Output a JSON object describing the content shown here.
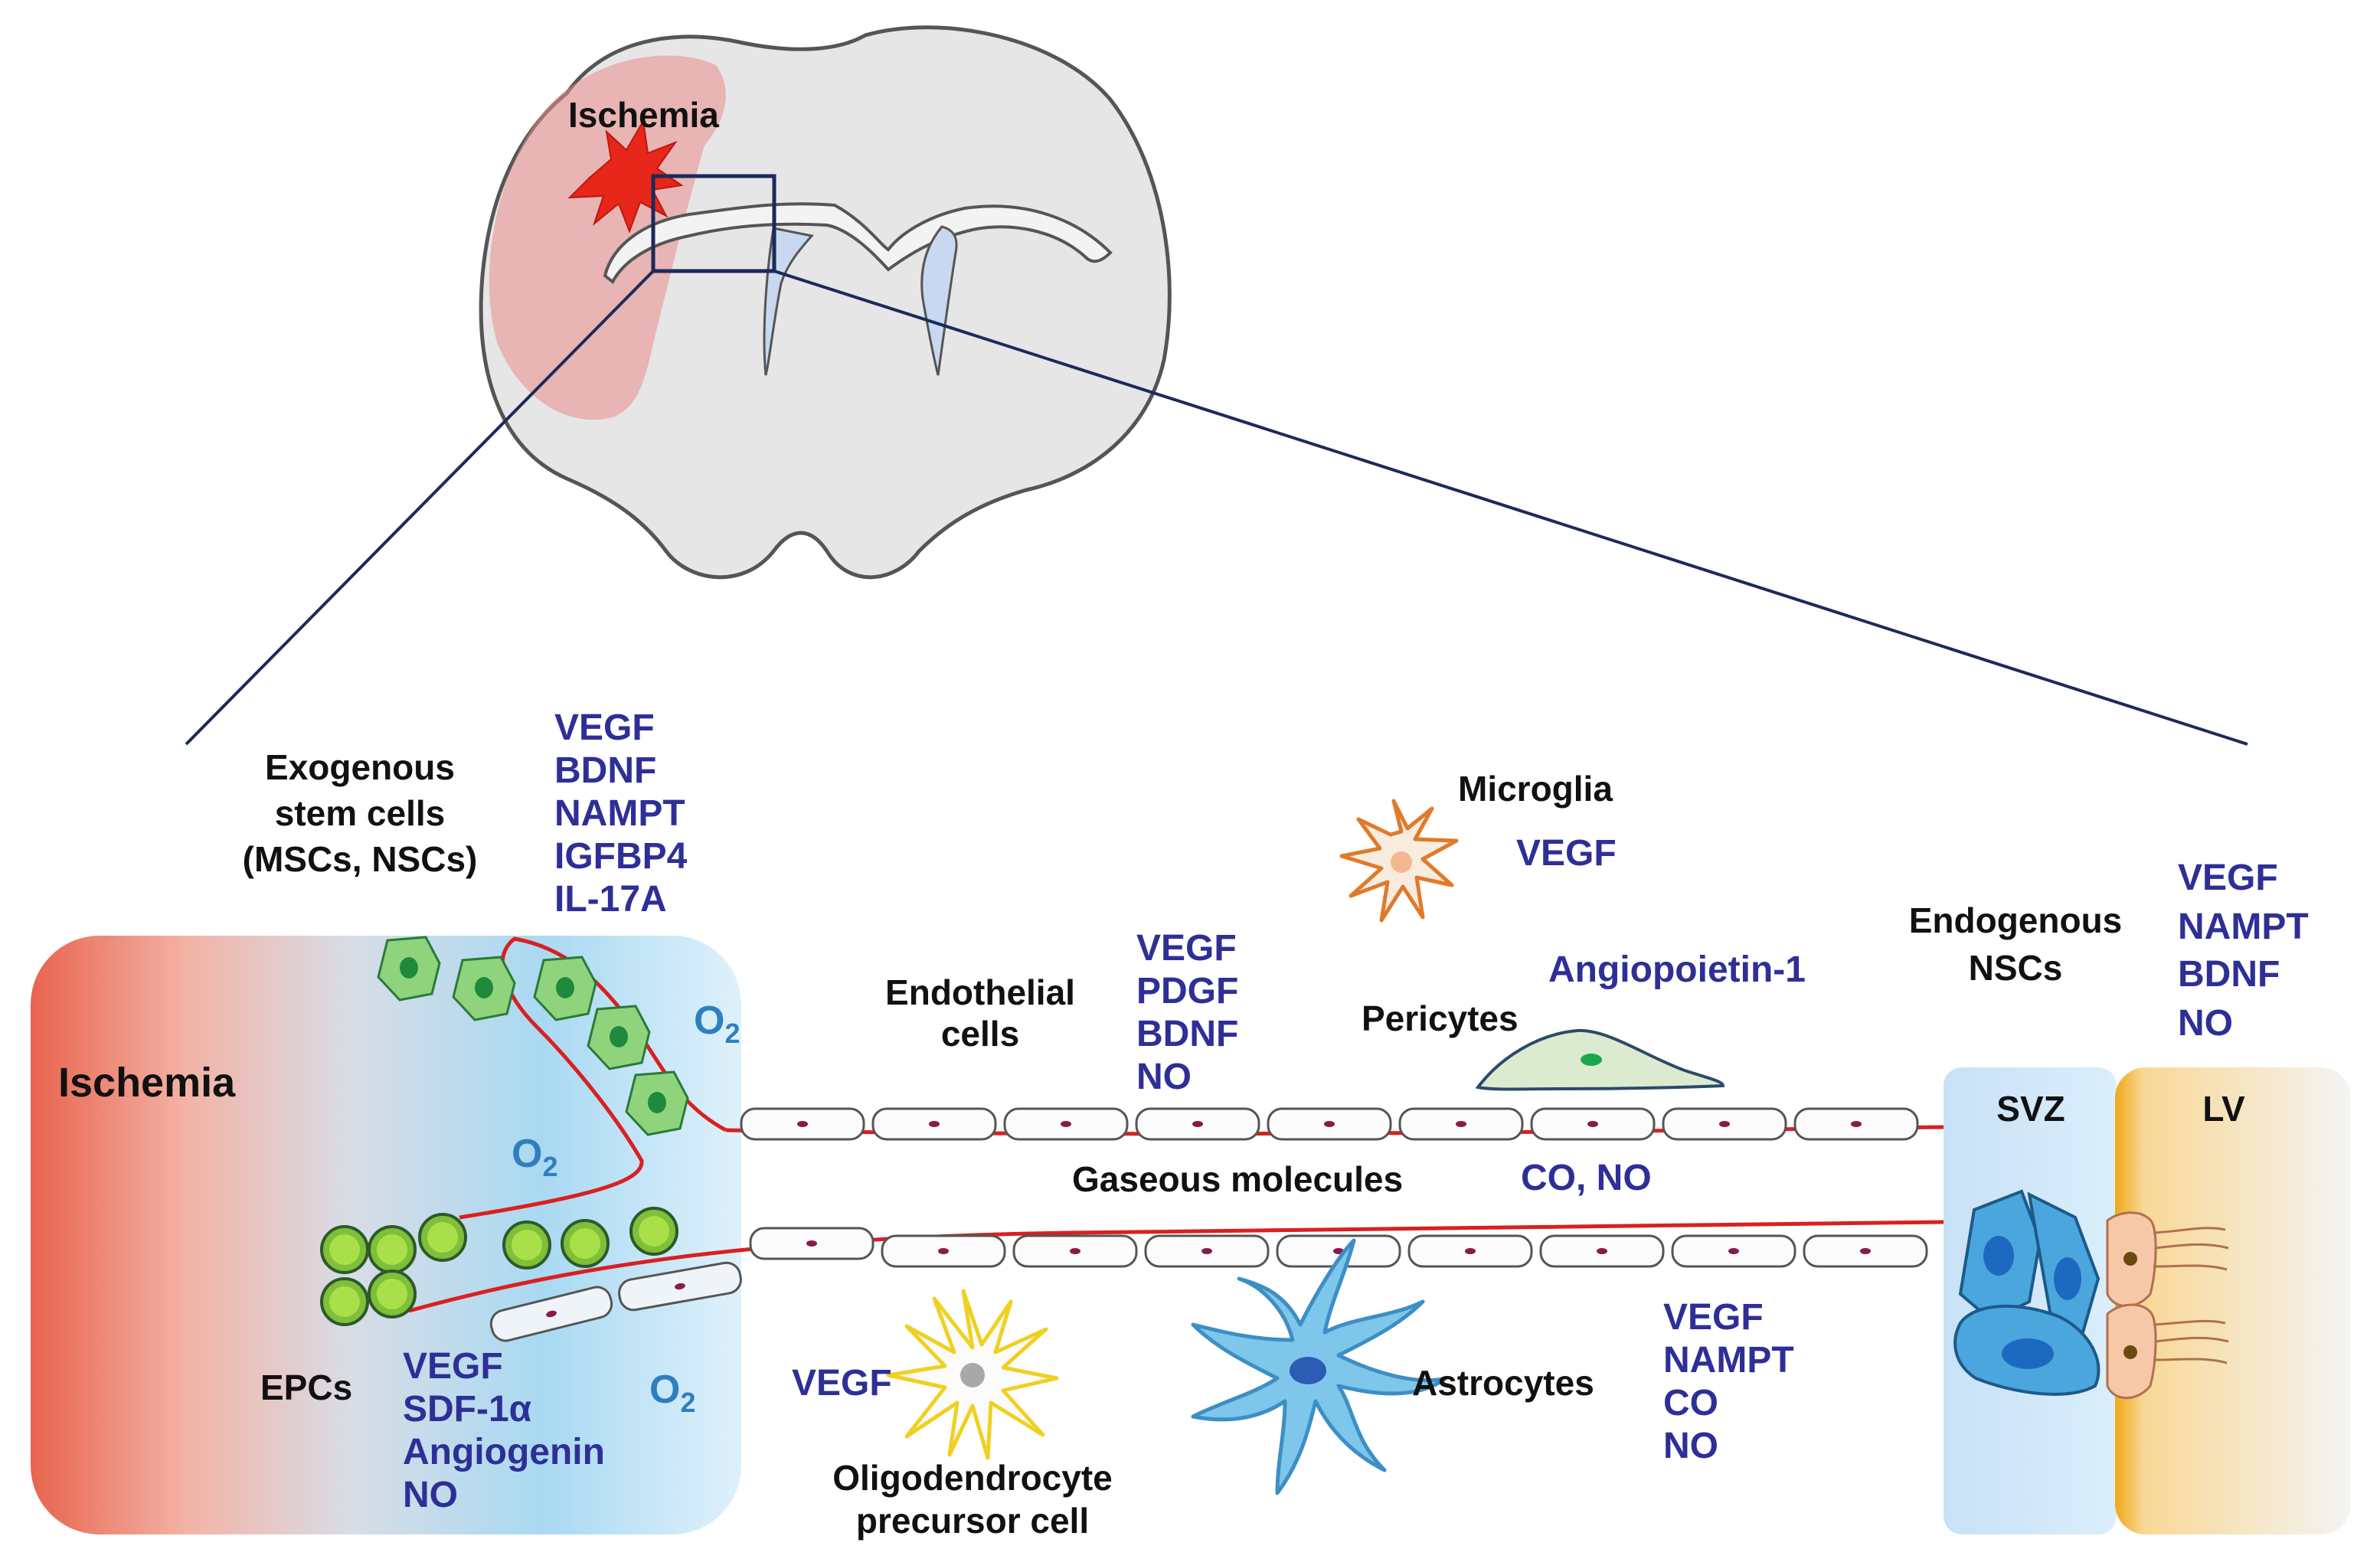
{
  "colors": {
    "ischemia_red": "#e8644e",
    "molecule_blue": "#2e2f96",
    "oxygen_blue": "#2f7fc0",
    "vessel_red": "#d92020",
    "stem_green": "#7fcf6a",
    "epc_green": "#8fcf3a",
    "microglia_orange": "#e07a2a",
    "opc_yellow": "#f0d020",
    "astro_blue": "#7ec6ea",
    "svz_blue": "#cfe6f8",
    "lv_orange": "#f3c070"
  },
  "brain": {
    "ischemia_label": "Ischemia"
  },
  "labels": {
    "ischemia": "Ischemia",
    "exogenous": [
      "Exogenous",
      "stem cells",
      "(MSCs, NSCs)"
    ],
    "microglia": "Microglia",
    "endothelial": [
      "Endothelial",
      "cells"
    ],
    "pericytes": "Pericytes",
    "endogenous": [
      "Endogenous",
      "NSCs"
    ],
    "svz": "SVZ",
    "lv": "LV",
    "gaseous": "Gaseous molecules",
    "epcs": "EPCs",
    "opc": [
      "Oligodendrocyte",
      "precursor cell"
    ],
    "astrocytes": "Astrocytes"
  },
  "oxygen": {
    "symbol": "O",
    "subscript": "2"
  },
  "molecules": {
    "exogenous": [
      "VEGF",
      "BDNF",
      "NAMPT",
      "IGFBP4",
      "IL-17A"
    ],
    "microglia": [
      "VEGF"
    ],
    "endothelial": [
      "VEGF",
      "PDGF",
      "BDNF",
      "NO"
    ],
    "pericytes": [
      "Angiopoietin-1"
    ],
    "endogenous": [
      "VEGF",
      "NAMPT",
      "BDNF",
      "NO"
    ],
    "gaseous": [
      "CO, NO"
    ],
    "epcs": [
      "VEGF",
      "SDF-1α",
      "Angiogenin",
      "NO"
    ],
    "opc": [
      "VEGF"
    ],
    "astrocytes": [
      "VEGF",
      "NAMPT",
      "CO",
      "NO"
    ]
  },
  "icons": [
    "brain-section-icon",
    "ischemia-star-icon",
    "stem-cell-icon",
    "epc-cell-icon",
    "endothelial-cell-icon",
    "microglia-icon",
    "pericyte-icon",
    "astrocyte-icon",
    "oligodendrocyte-icon",
    "svz-cell-icon",
    "ependymal-cell-icon"
  ]
}
